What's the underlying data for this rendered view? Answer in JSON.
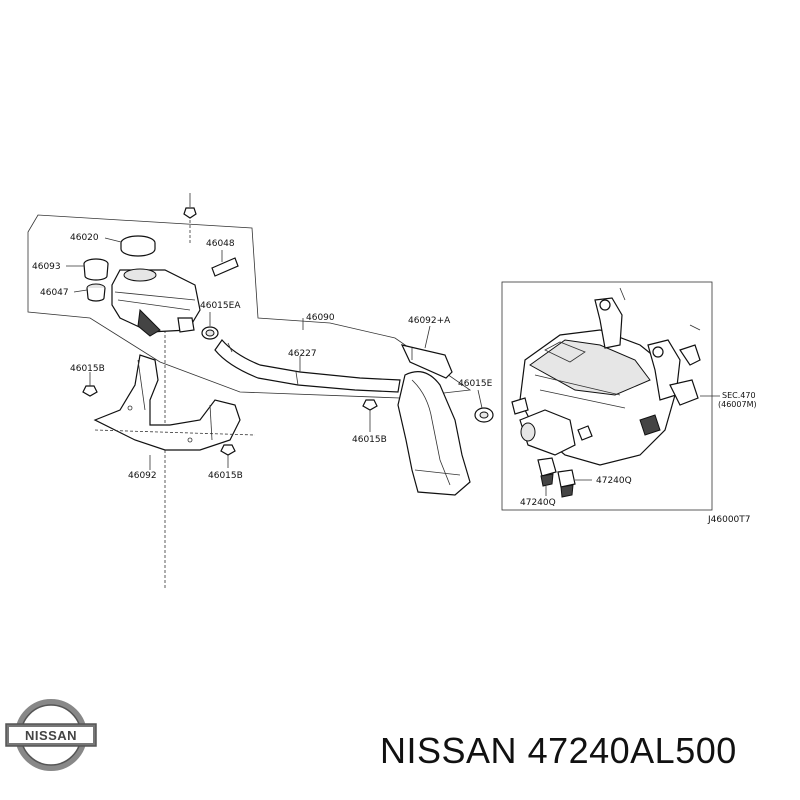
{
  "caption": {
    "brand": "NISSAN",
    "part_number": "47240AL500"
  },
  "logo": {
    "text": "NISSAN",
    "icon": "nissan-logo-icon"
  },
  "diagram": {
    "code": "J46000T7",
    "labels": {
      "l46020": "46020",
      "l46048": "46048",
      "l46093": "46093",
      "l46047": "46047",
      "l46015EA": "46015EA",
      "l46090": "46090",
      "l46092A": "46092+A",
      "l46227": "46227",
      "l46015B_a": "46015B",
      "l46015E": "46015E",
      "l46015B_b": "46015B",
      "l46092": "46092",
      "l46015B_c": "46015B",
      "l47240Q_a": "47240Q",
      "l47240Q_b": "47240Q",
      "sec": "SEC.470",
      "sec_ref": "(46007M)"
    }
  }
}
